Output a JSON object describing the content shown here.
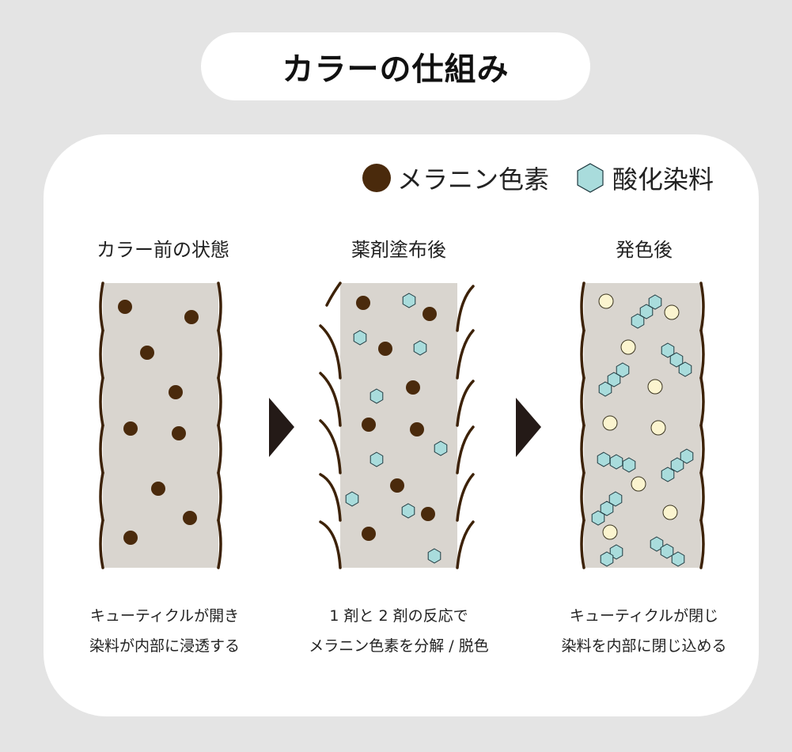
{
  "title": "カラーの仕組み",
  "colors": {
    "melanin": "#4a2a0c",
    "dye": "#a9dcdc",
    "developed": "#fbf4cf",
    "shaft": "#d9d5cf",
    "cuticle": "#3d2208",
    "arrow": "#241a17"
  },
  "legend": {
    "melanin_label": "メラニン色素",
    "dye_label": "酸化染料"
  },
  "stages": [
    {
      "label": "カラー前の状態",
      "caption_line1": "キューティクルが開き",
      "caption_line2": "染料が内部に浸透する"
    },
    {
      "label": "薬剤塗布後",
      "caption_line1": "1 剤と 2 剤の反応で",
      "caption_line2": "メラニン色素を分解 / 脱色"
    },
    {
      "label": "発色後",
      "caption_line1": "キューティクルが閉じ",
      "caption_line2": "染料を内部に閉じ込める"
    }
  ]
}
